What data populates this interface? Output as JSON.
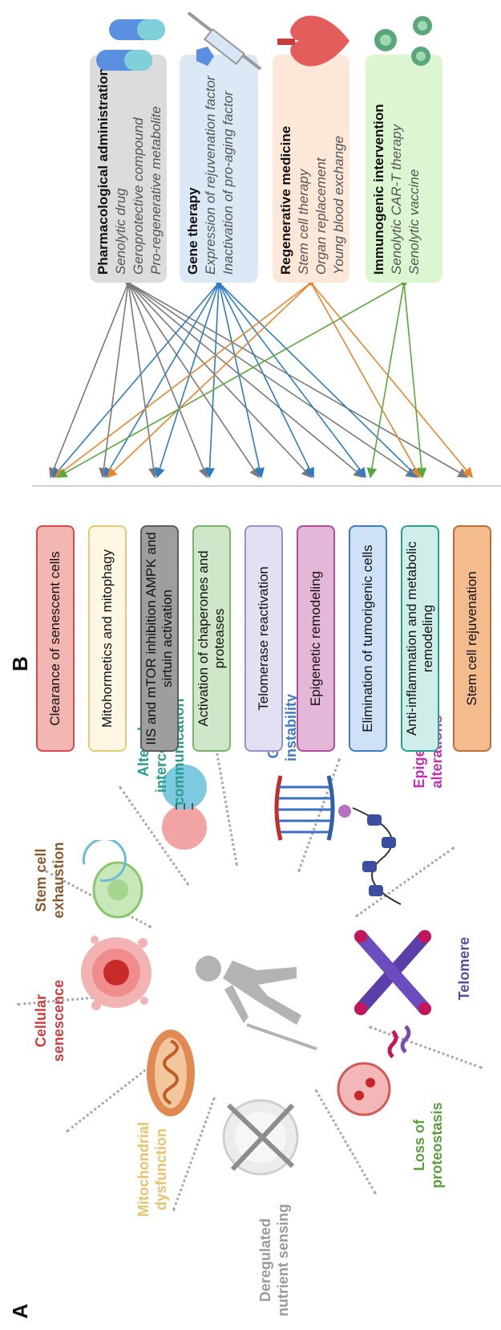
{
  "panel_a": {
    "letter": "A",
    "hallmarks": [
      {
        "id": "nutrient",
        "text": "Deregulated nutrient sensing",
        "color": "#9a9a9a"
      },
      {
        "id": "mito",
        "text": "Mitochondrial dysfunction",
        "color": "#e8c36a"
      },
      {
        "id": "senescence",
        "text": "Cellular senescence",
        "color": "#d23b3b"
      },
      {
        "id": "stemcell",
        "text": "Stem cell exhaustion",
        "color": "#8a5a2b"
      },
      {
        "id": "intercell",
        "text": "Altered intercellular communication",
        "color": "#2a9d8f"
      },
      {
        "id": "genomic",
        "text": "Genomic instability",
        "color": "#3d7cc9"
      },
      {
        "id": "epigenetic",
        "text": "Epigenetic alterations",
        "color": "#c430b4"
      },
      {
        "id": "telomere",
        "text": "Telomere",
        "color": "#5b4aa0"
      },
      {
        "id": "proteostasis",
        "text": "Loss of proteostasis",
        "color": "#5aa03c"
      }
    ]
  },
  "panel_b": {
    "letter": "B",
    "targets": [
      {
        "text": "Clearance of senescent cells",
        "border": "#d94a4a",
        "fill": "#f2b7b3"
      },
      {
        "text": "Mitohormetics and mitophagy",
        "border": "#e6c878",
        "fill": "#fdf7e4"
      },
      {
        "text": "IIS and mTOR inhibition AMPK and sirtuin activation",
        "border": "#5d5d5d",
        "fill": "#9e9e9e"
      },
      {
        "text": "Activation of chaperones and proteases",
        "border": "#79b56b",
        "fill": "#cfe7c8"
      },
      {
        "text": "Telomerase reactivation",
        "border": "#9b90c6",
        "fill": "#e4e0f3"
      },
      {
        "text": "Epigenetic remodeling",
        "border": "#b04a9a",
        "fill": "#e4b7d9"
      },
      {
        "text": "Elimination of tumorigenic cells",
        "border": "#3d7cc9",
        "fill": "#cfe1f6"
      },
      {
        "text": "Anti-inflammation and metabolic remodeling",
        "border": "#2a9d8f",
        "fill": "#cfeeea"
      },
      {
        "text": "Stem cell rejuvenation",
        "border": "#b86f38",
        "fill": "#f4bb8d"
      }
    ],
    "interventions": [
      {
        "title": "Pharmacological administration",
        "items": [
          "Senolytic drug",
          "Geroprotective compound",
          "Pro-regenerative metabolite"
        ],
        "fill": "#dcdcdc",
        "line": "#7a7a7a"
      },
      {
        "title": "Gene therapy",
        "items": [
          "Expression of rejuvenation factor",
          "Inactivation of pro-aging factor"
        ],
        "fill": "#dbe8f5",
        "line": "#2f7cc4"
      },
      {
        "title": "Regenerative medicine",
        "items": [
          "Stem cell therapy",
          "Organ replacement",
          "Young blood exchange"
        ],
        "fill": "#fbe8d8",
        "line": "#e8852b"
      },
      {
        "title": "Immunogenic intervention",
        "items": [
          "Senolytic CAR-T therapy",
          "Senolytic vaccine"
        ],
        "fill": "#dcf6d2",
        "line": "#5aa83c"
      }
    ]
  }
}
